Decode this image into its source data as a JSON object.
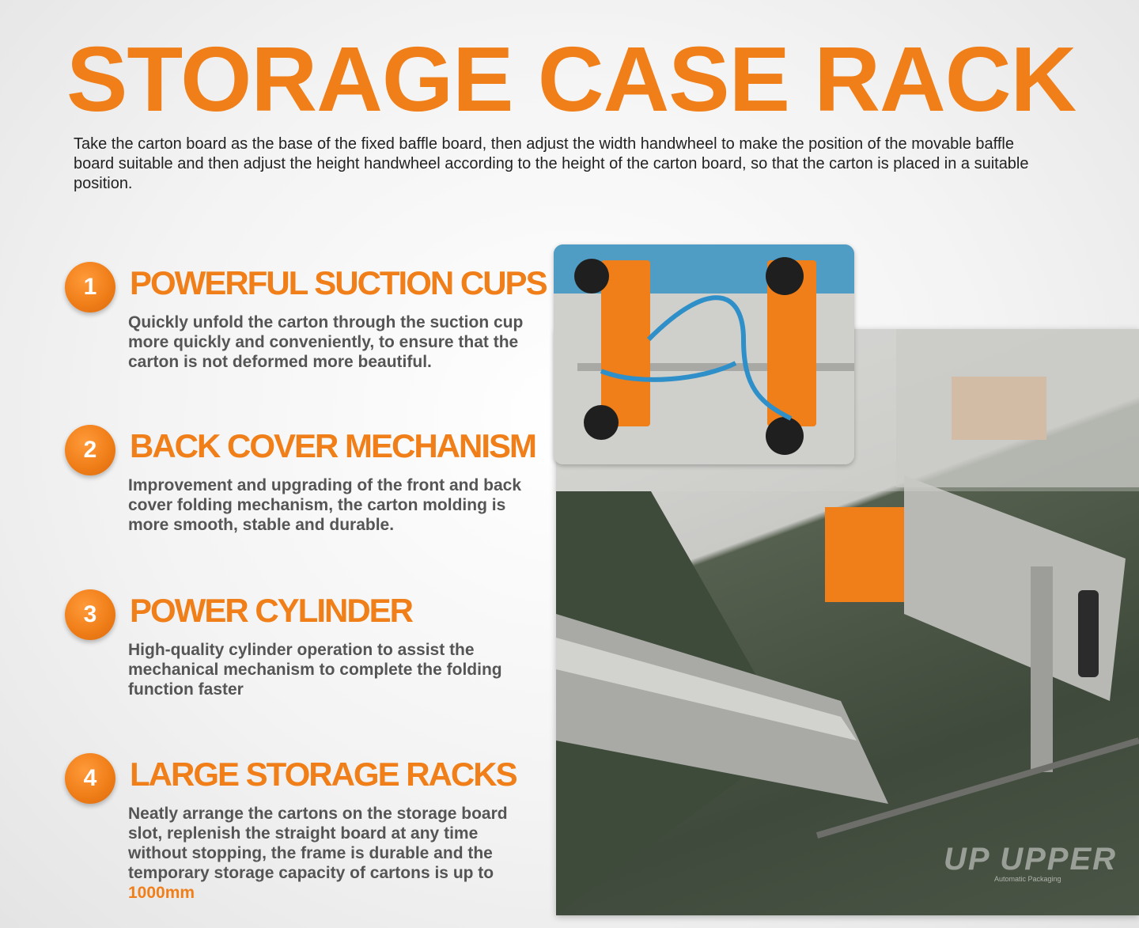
{
  "title": "STORAGE CASE RACK",
  "intro": "Take the carton board as the base of the fixed baffle board, then adjust the width handwheel to make the position of the movable baffle board suitable and then adjust the height handwheel according to the height of the carton board, so that the carton is placed in a suitable position.",
  "features": [
    {
      "number": "1",
      "title": "POWERFUL SUCTION CUPS",
      "description": "Quickly unfold the carton through the suction cup more quickly and conveniently, to ensure that the carton is not deformed more beautiful."
    },
    {
      "number": "2",
      "title": "BACK COVER MECHANISM",
      "description": "Improvement and upgrading of the front and back cover folding mechanism, the carton molding is more smooth, stable and durable."
    },
    {
      "number": "3",
      "title": "POWER CYLINDER",
      "description": "High-quality cylinder operation to assist the mechanical mechanism to complete the folding function faster"
    },
    {
      "number": "4",
      "title": "LARGE STORAGE RACKS",
      "description": "Neatly arrange the cartons on the storage board slot, replenish the straight board at any time without stopping, the frame is durable and the temporary storage capacity of cartons is up to ",
      "highlight": "1000mm"
    }
  ],
  "watermark": {
    "brand": "UP UPPER",
    "tagline": "Automatic Packaging"
  },
  "colors": {
    "accent": "#f07f19",
    "text": "#555555"
  }
}
